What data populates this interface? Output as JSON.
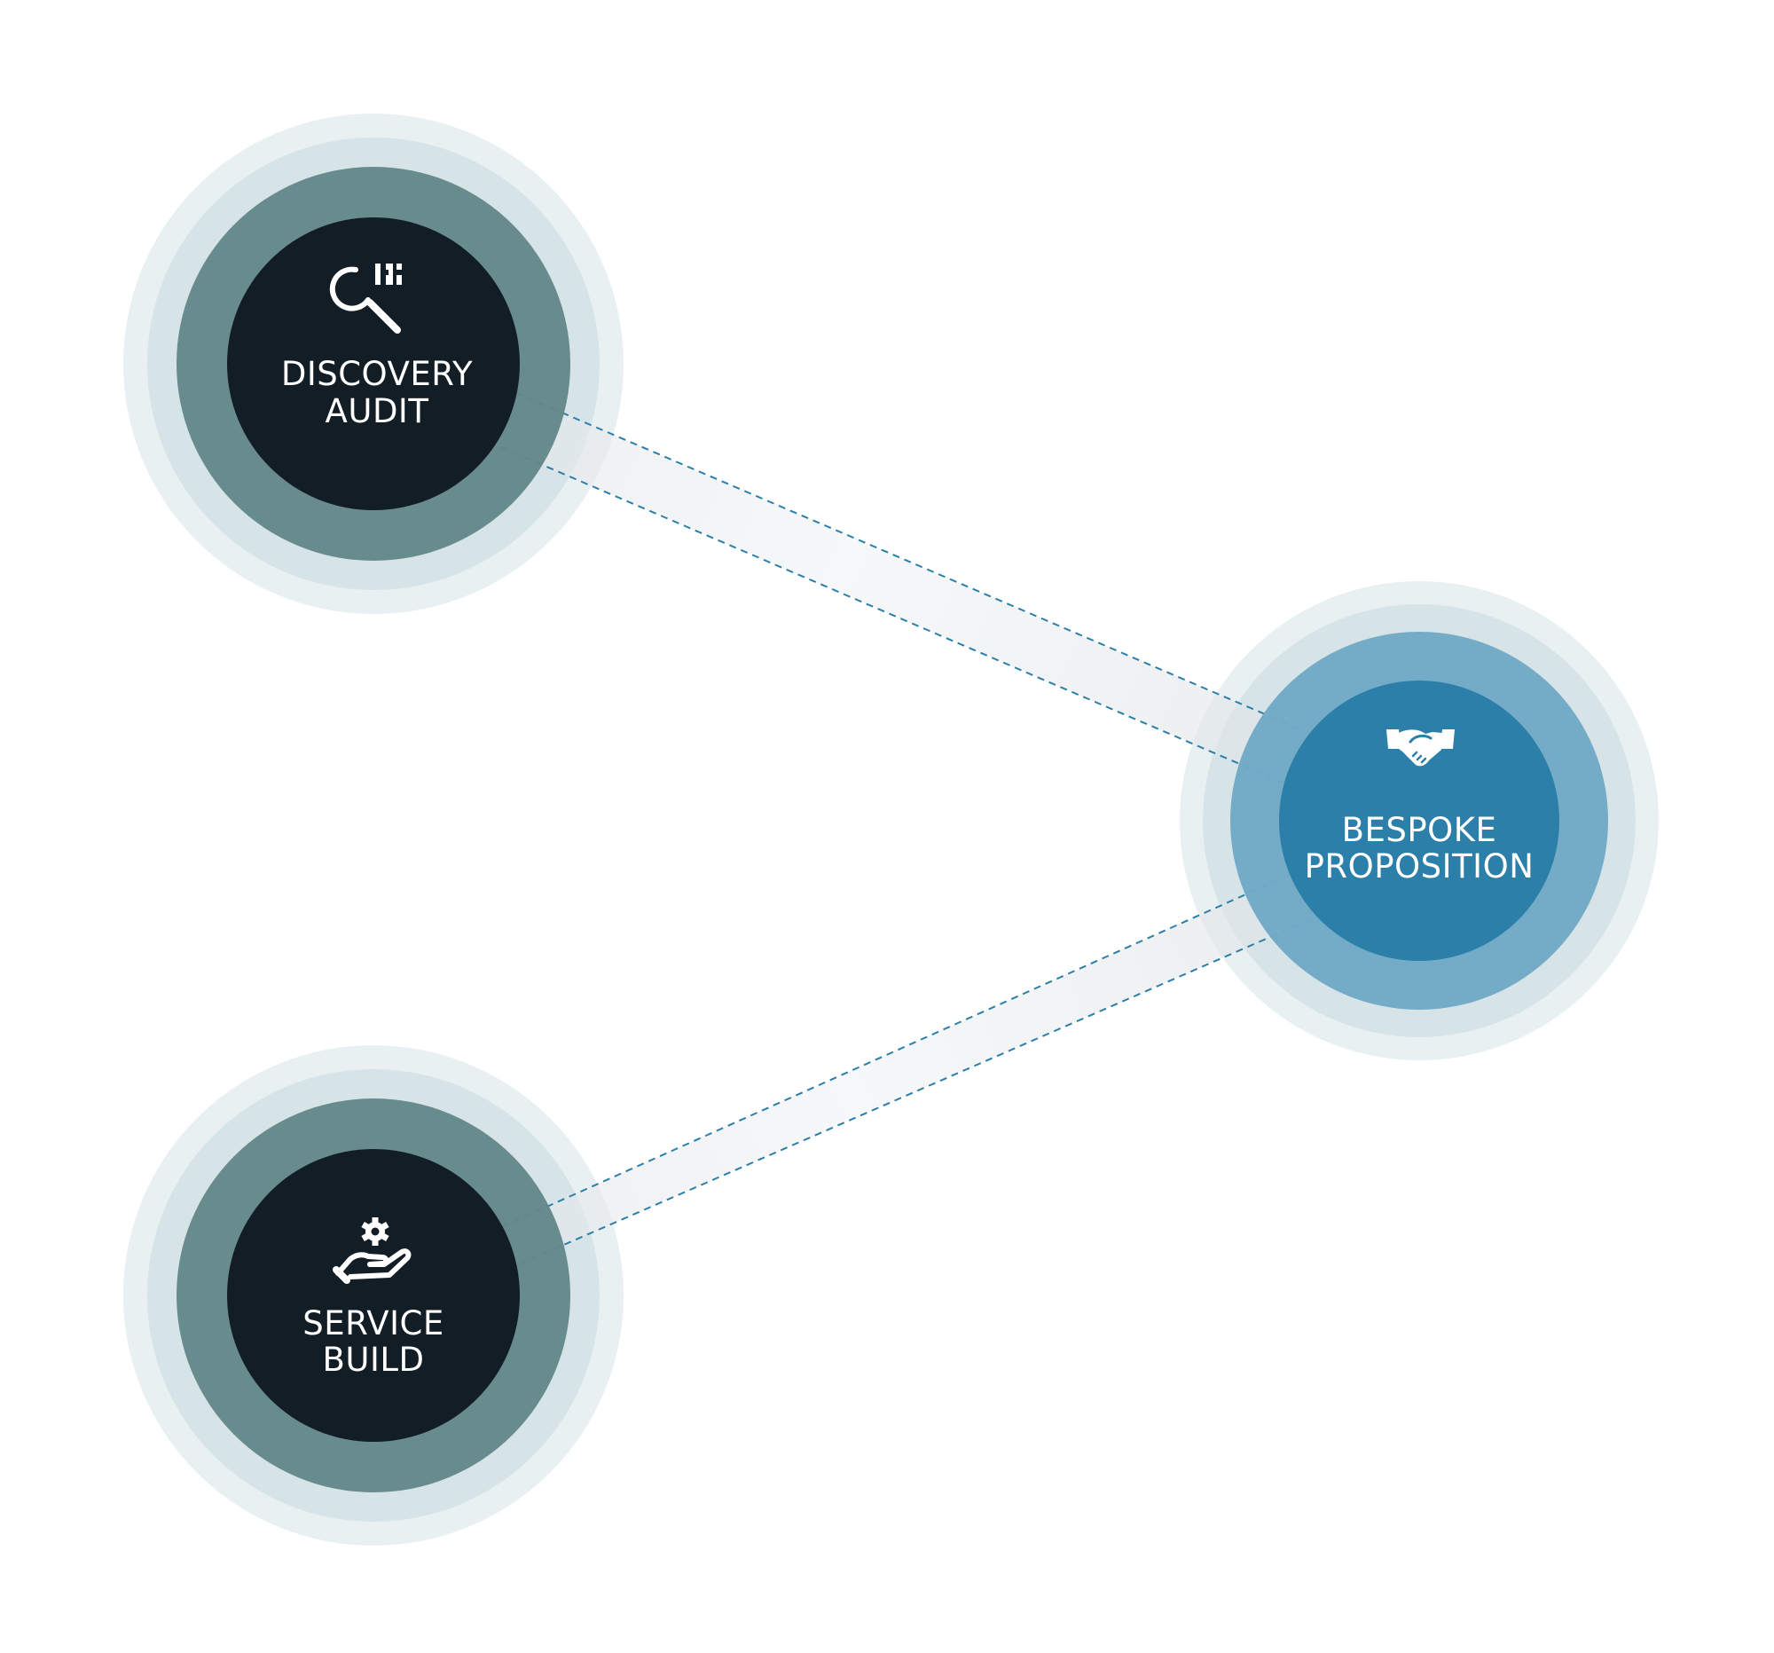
{
  "nodes": [
    {
      "id": "discovery-audit",
      "icon": "magnifier-data-icon",
      "label_lines": [
        "DISCOVERY",
        "AUDIT"
      ]
    },
    {
      "id": "bespoke-proposition",
      "icon": "handshake-icon",
      "label_lines": [
        "BESPOKE",
        "PROPOSITION"
      ]
    },
    {
      "id": "service-build",
      "icon": "hand-gear-icon",
      "label_lines": [
        "SERVICE",
        "BUILD"
      ]
    }
  ],
  "connectors": [
    {
      "from": "discovery-audit",
      "to": "bespoke-proposition",
      "style": "dashed"
    },
    {
      "from": "service-build",
      "to": "bespoke-proposition",
      "style": "dashed"
    }
  ],
  "colors": {
    "dark_core": "#131d26",
    "dark_ring": "#648789",
    "blue_core": "#2c7fa8",
    "blue_ring": "#71a9c6",
    "halo_outer": "#e8f0f2",
    "halo_inner": "#d6e4e8",
    "band": "#e4e7ea",
    "dash": "#2c7fa8",
    "label": "#ffffff"
  }
}
